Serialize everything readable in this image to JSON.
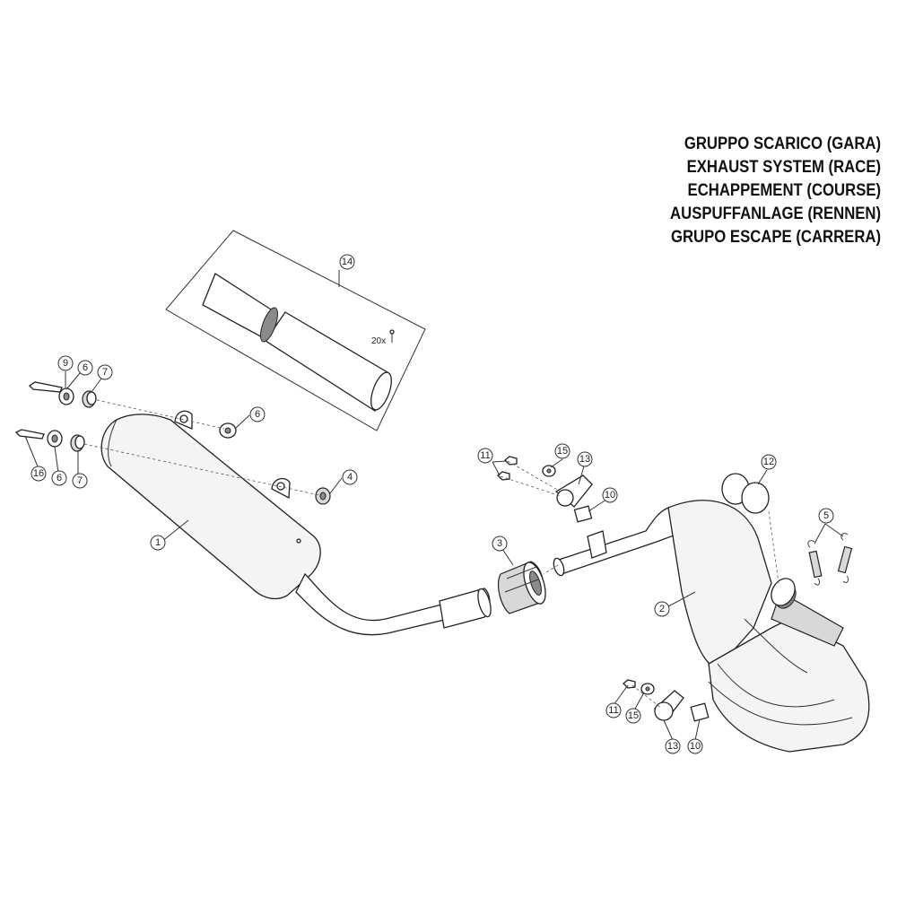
{
  "titles": [
    "GRUPPO SCARICO (GARA)",
    "EXHAUST SYSTEM (RACE)",
    "ECHAPPEMENT (COURSE)",
    "AUSPUFFANLAGE (RENNEN)",
    "GRUPO ESCAPE (CARRERA)"
  ],
  "kit_quantity": "20x",
  "callouts": {
    "c1": "1",
    "c2": "2",
    "c3": "3",
    "c4": "4",
    "c5": "5",
    "c6a": "6",
    "c6b": "6",
    "c6c": "6",
    "c7a": "7",
    "c7b": "7",
    "c9": "9",
    "c10a": "10",
    "c10b": "10",
    "c11a": "11",
    "c11b": "11",
    "c12": "12",
    "c13a": "13",
    "c13b": "13",
    "c14": "14",
    "c15a": "15",
    "c15b": "15",
    "c16": "16"
  }
}
